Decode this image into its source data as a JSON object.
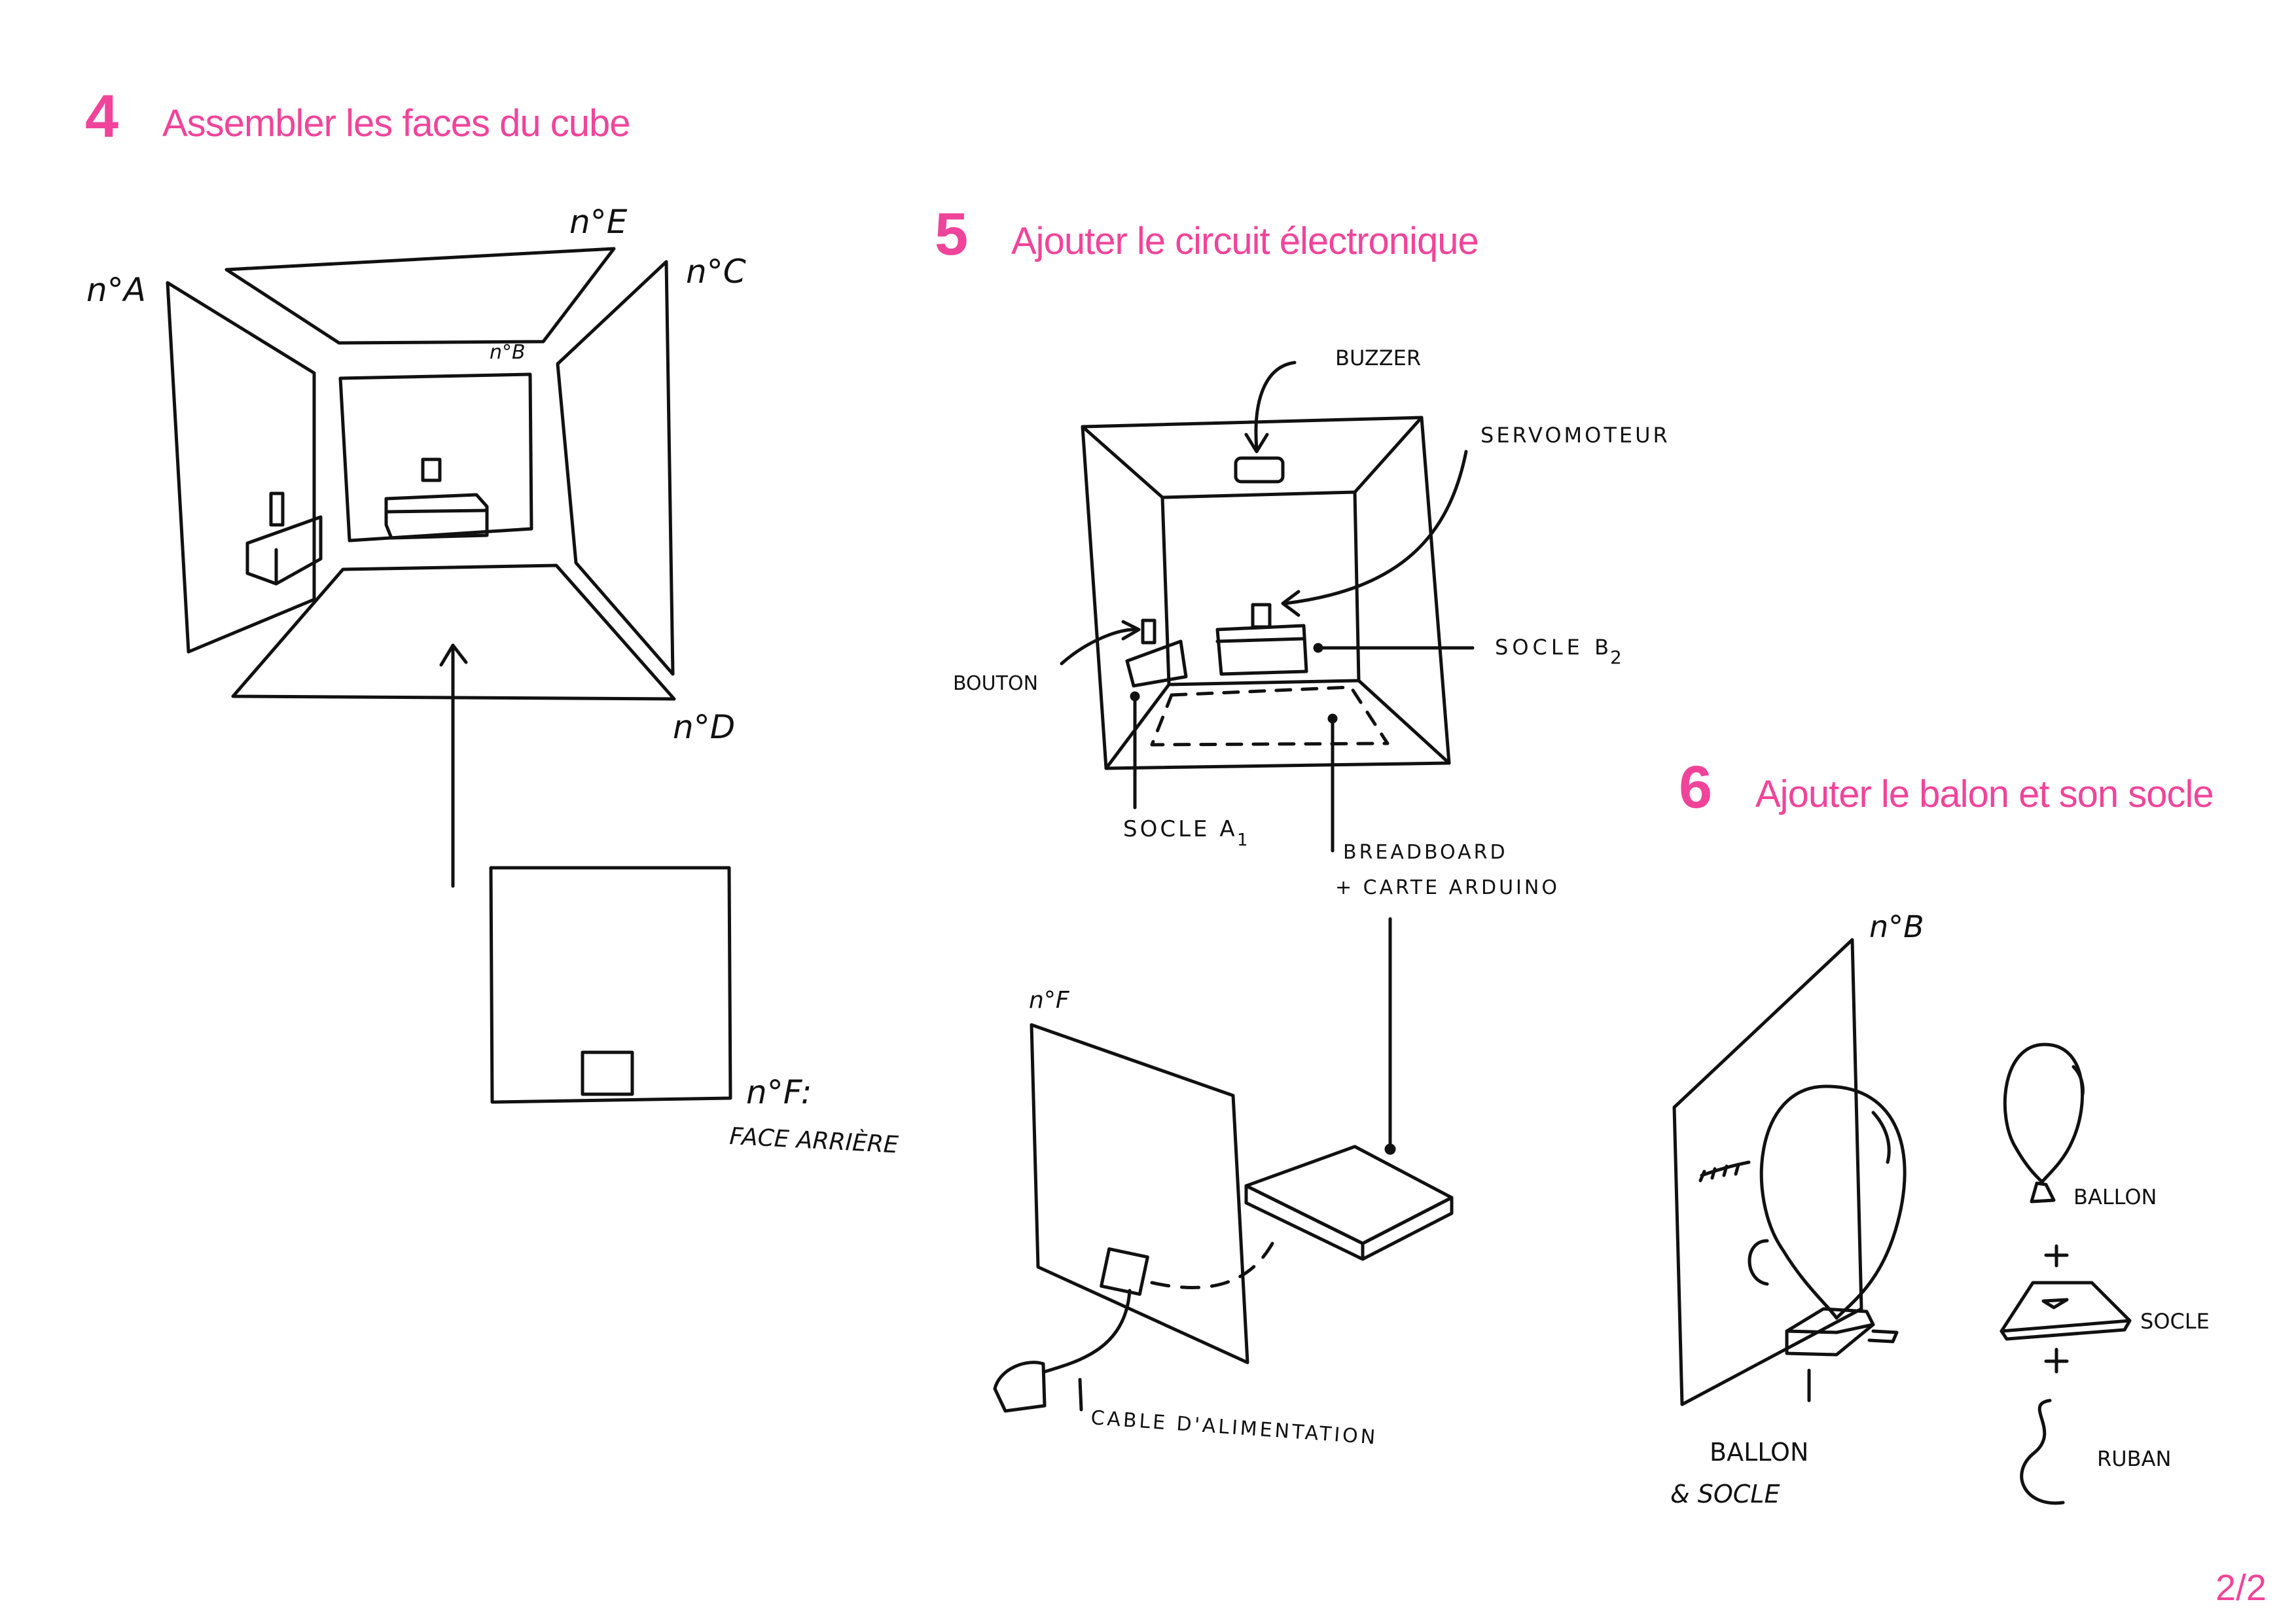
{
  "accent_color": "#f0449a",
  "ink_color": "#111111",
  "steps": [
    {
      "number": "4",
      "title": "Assembler les faces du cube"
    },
    {
      "number": "5",
      "title": "Ajouter le circuit électronique"
    },
    {
      "number": "6",
      "title": "Ajouter le balon et son socle"
    }
  ],
  "page_indicator": "2/2",
  "step4_labels": {
    "face_a": "n°A",
    "face_e": "n°E",
    "face_c": "n°C",
    "face_b": "n°B",
    "face_d": "n°D",
    "face_f": "n°F:",
    "face_f_desc": "FACE ARRIÈRE"
  },
  "step5_labels": {
    "buzzer": "BUZZER",
    "servo": "SERVOMOTEUR",
    "socle_b2": "SOCLE B",
    "socle_b2_sub": "2",
    "bouton": "BOUTON",
    "socle_a1": "SOCLE A",
    "socle_a1_sub": "1",
    "breadboard": "BREADBOARD",
    "arduino": "+ CARTE ARDUINO",
    "face_f": "n°F",
    "cable": "CABLE D'ALIMENTATION"
  },
  "step6_labels": {
    "face_b": "n°B",
    "ballon": "BALLON",
    "plus1": "+",
    "socle": "SOCLE",
    "plus2": "+",
    "ruban": "RUBAN",
    "ballon_socle_1": "BALLON",
    "ballon_socle_2": "& SOCLE"
  }
}
